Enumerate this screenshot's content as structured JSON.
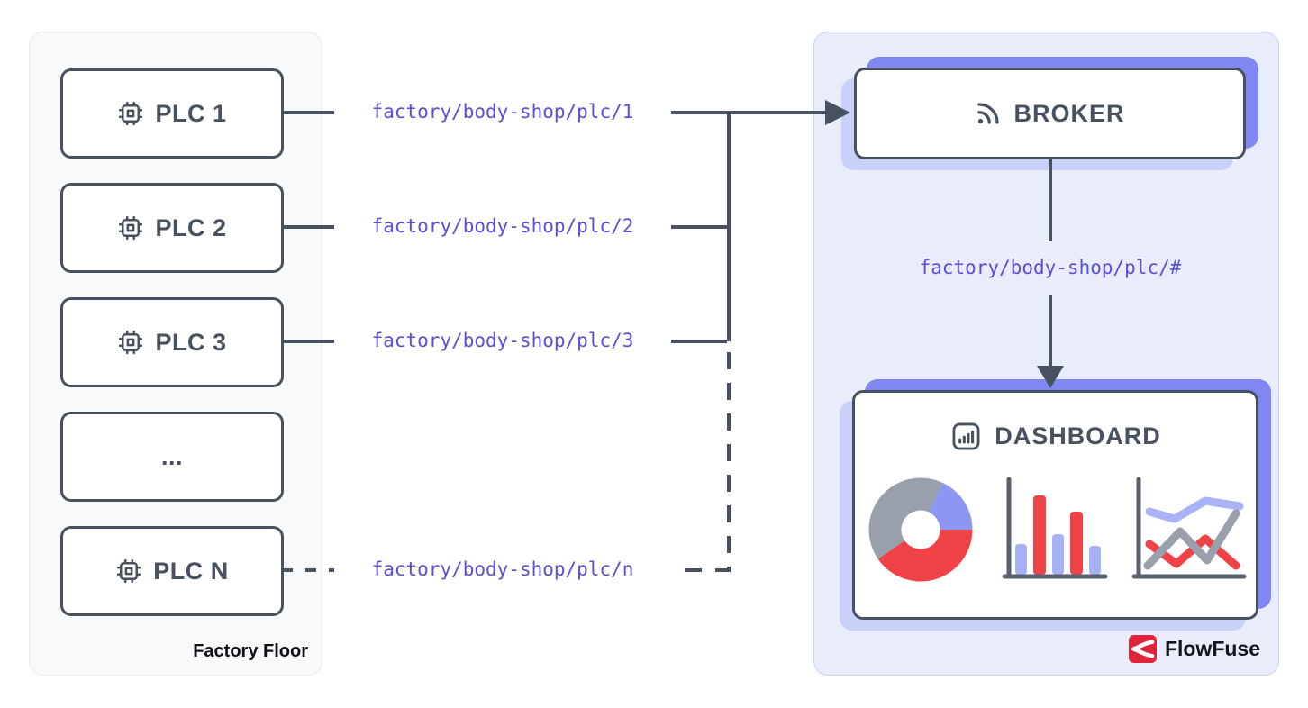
{
  "factory_floor": {
    "label": "Factory Floor",
    "nodes": [
      {
        "label": "PLC 1",
        "icon": "cpu-icon"
      },
      {
        "label": "PLC 2",
        "icon": "cpu-icon"
      },
      {
        "label": "PLC 3",
        "icon": "cpu-icon"
      },
      {
        "label": "...",
        "icon": null
      },
      {
        "label": "PLC N",
        "icon": "cpu-icon"
      }
    ],
    "topics": [
      "factory/body-shop/plc/1",
      "factory/body-shop/plc/2",
      "factory/body-shop/plc/3",
      "factory/body-shop/plc/n"
    ]
  },
  "cloud": {
    "broker_label": "BROKER",
    "broker_icon": "rss-icon",
    "wildcard_topic": "factory/body-shop/plc/#",
    "dashboard_label": "DASHBOARD",
    "dashboard_icon": "bar-chart-square-icon",
    "brand_label": "FlowFuse",
    "brand_icon": "flowfuse-logo-icon"
  },
  "colors": {
    "line_dark": "#48515f",
    "topic_purple": "#5b4fd9",
    "cloud_panel_bg": "#e9ecfb",
    "factory_panel_bg": "#f8f9fb",
    "accent_purple": "#8187f2",
    "accent_periwinkle": "#c9d0fa",
    "chart_red": "#ef4348",
    "chart_gray": "#9aa0ab",
    "chart_blue": "#8d96f0",
    "brand_red": "#e0243b"
  }
}
